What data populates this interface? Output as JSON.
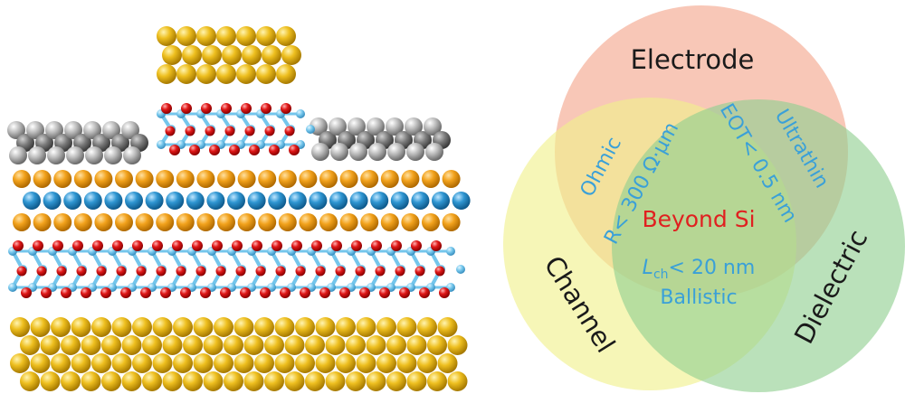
{
  "venn": {
    "sets": {
      "electrode": "Electrode",
      "channel": "Channel",
      "dielectric": "Dielectric"
    },
    "edges": {
      "electrode_channel": {
        "main": "Ohmic",
        "sub": "R< 300 Ω·μm"
      },
      "electrode_dielectric": {
        "main": "Ultrathin",
        "sub": "EOT< 0.5 nm"
      },
      "channel_dielectric": {
        "main": "Ballistic",
        "l_symbol": "L",
        "l_sub": "ch",
        "l_rest": "< 20 nm"
      }
    },
    "center": "Beyond Si"
  },
  "colors": {
    "electrode": "#f4a58a",
    "channel": "#f0f08a",
    "dielectric": "#8fcf8f",
    "edge_text": "#3aa0d8",
    "center_text": "#e02020",
    "gold_atom": "#e6b91e",
    "orange_atom": "#f0a020",
    "blue_atom": "#2f96d2",
    "red_atom": "#e01818",
    "cyan_bond": "#74c6ec",
    "gray_atom": "#b4b4b4"
  }
}
